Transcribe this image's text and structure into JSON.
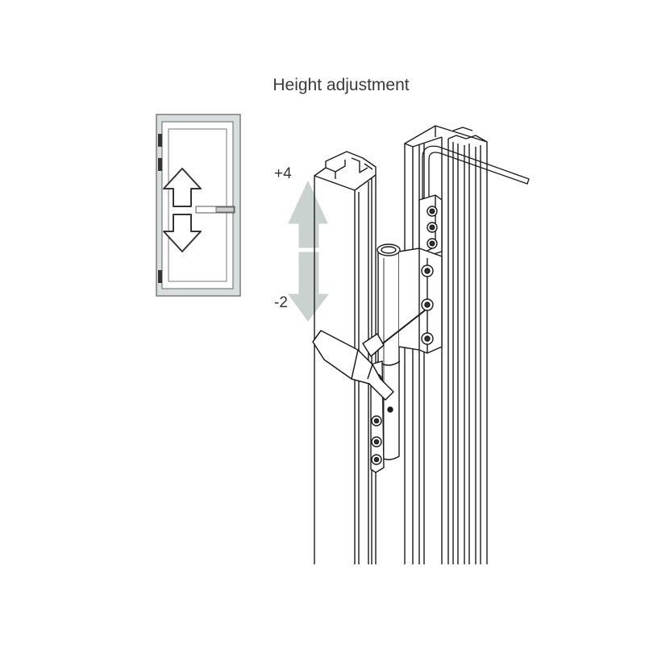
{
  "diagram": {
    "title": "Height adjustment",
    "range_plus": "+4",
    "range_minus": "-2",
    "colors": {
      "stroke": "#1a1a1a",
      "arrow_fill": "#c9d2cf",
      "door_frame": "#d8dedd",
      "door_outline": "#7a7a7a"
    }
  }
}
